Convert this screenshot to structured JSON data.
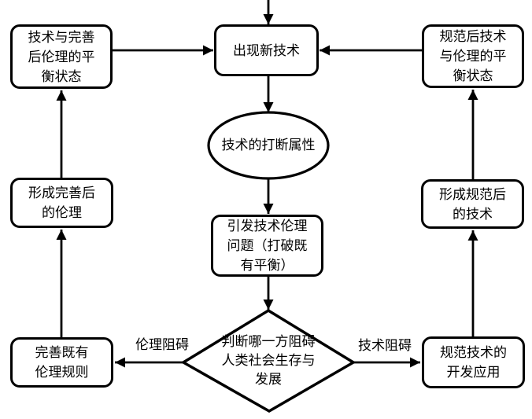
{
  "diagram": {
    "title": "technology-ethics-balance-flowchart",
    "colors": {
      "line": "#000000",
      "fill": "#ffffff",
      "text": "#000000"
    },
    "nodes": {
      "balance_left": {
        "text": "技术与完善\n后伦理的平\n衡状态"
      },
      "new_tech": {
        "text": "出现新技术"
      },
      "balance_right": {
        "text": "规范后技术\n与伦理的平\n衡状态"
      },
      "interrupt": {
        "text": "技术的打断属性"
      },
      "ethics_issue": {
        "text": "引发技术伦理\n问题（打破既\n有平衡）"
      },
      "decision": {
        "text": "判断哪一方阻碍\n人类社会生存与\n发展"
      },
      "improved_ethics": {
        "text": "形成完善后\n的伦理"
      },
      "improve_rules": {
        "text": "完善既有\n伦理规则"
      },
      "regulated_tech": {
        "text": "形成规范后\n的技术"
      },
      "regulate_app": {
        "text": "规范技术的\n开发应用"
      }
    },
    "edge_labels": {
      "ethics_obstructs": "伦理阻碍",
      "tech_obstructs": "技术阻碍"
    }
  }
}
